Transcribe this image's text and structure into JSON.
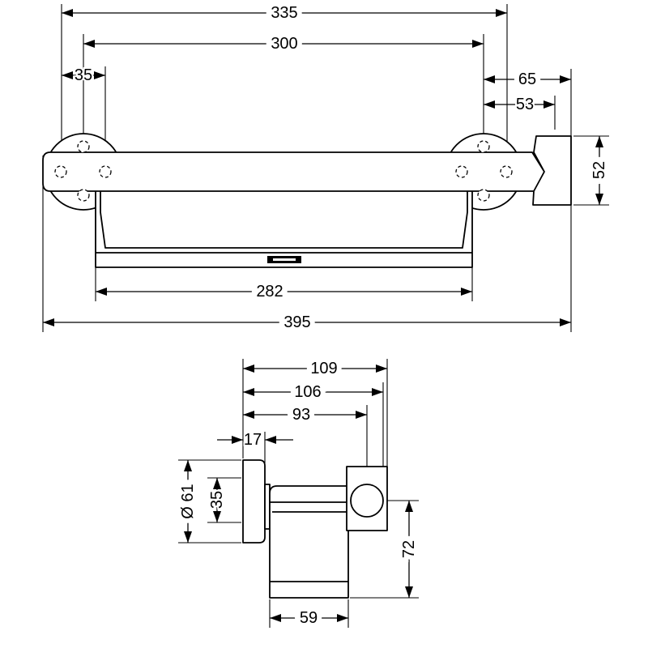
{
  "top_view": {
    "rosette_outer_span": "335",
    "rosette_center_span": "300",
    "rosette_hole_spacing": "35",
    "holder_offset_outer": "65",
    "holder_offset_inner": "53",
    "holder_height": "52",
    "shelf_width": "282",
    "overall_width": "395"
  },
  "side_view": {
    "projection_outer": "109",
    "projection_mid": "106",
    "projection_inner": "93",
    "rosette_thickness": "17",
    "rosette_diameter": "Ø 61",
    "bar_diameter": "35",
    "shelf_height": "72",
    "shelf_depth": "59"
  }
}
